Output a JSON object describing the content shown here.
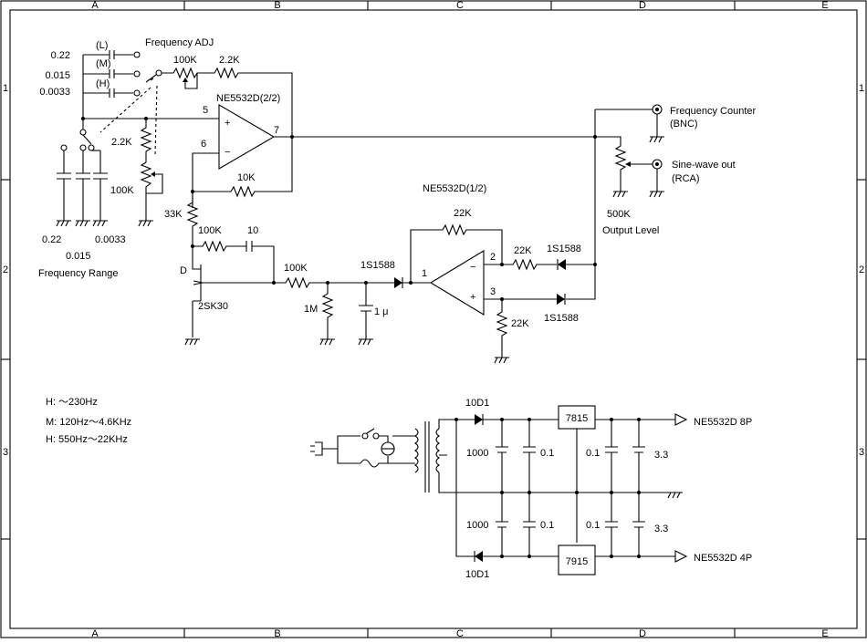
{
  "frame": {
    "col_labels": [
      "A",
      "B",
      "C",
      "D",
      "E"
    ],
    "row_labels": [
      "1",
      "2",
      "3"
    ]
  },
  "oscillator": {
    "freq_adj_label": "Frequency ADJ",
    "cap_values": [
      "0.22",
      "0.015",
      "0.0033"
    ],
    "switch_positions": [
      "(L)",
      "(M)",
      "(H)"
    ],
    "pot_100k": "100K",
    "res_2k2_top": "2.2K",
    "opamp2_name": "NE5532D(2/2)",
    "pin5": "5",
    "pin6": "6",
    "pin7": "7",
    "plus": "+",
    "minus": "−",
    "res_2k2_left": "2.2K",
    "pot_100k_left": "100K",
    "res_10k": "10K",
    "range_cap_values": [
      "0.22",
      "0.015",
      "0.0033"
    ],
    "freq_range_label": "Frequency Range"
  },
  "agc": {
    "res_33k": "33K",
    "res_100k_a": "100K",
    "cap_10": "10",
    "fet_pin_d": "D",
    "fet_name": "2SK30",
    "res_100k_b": "100K",
    "res_1m": "1M",
    "cap_1u": "1 μ",
    "diode_1": "1S1588",
    "opamp1_name": "NE5532D(1/2)",
    "res_22k_fb": "22K",
    "pin1": "1",
    "pin2": "2",
    "pin3": "3",
    "res_22k_in": "22K",
    "diode_2": "1S1588",
    "diode_3": "1S1588",
    "res_22k_gnd": "22K"
  },
  "output": {
    "freq_counter": "Frequency Counter",
    "bnc": "(BNC)",
    "sine_out": "Sine-wave out",
    "rca": "(RCA)",
    "pot_500k": "500K",
    "output_level": "Output Level"
  },
  "ranges": [
    "H: ～230Hz",
    "M: 120Hz～4.6KHz",
    "H: 550Hz～22KHz"
  ],
  "psu": {
    "diode_top": "10D1",
    "diode_bot": "10D1",
    "reg_pos": "7815",
    "reg_neg": "7915",
    "cap_1000_top": "1000",
    "cap_1000_bot": "1000",
    "cap_01_a": "0.1",
    "cap_01_b": "0.1",
    "cap_01_c": "0.1",
    "cap_01_d": "0.1",
    "cap_33_top": "3.3",
    "cap_33_bot": "3.3",
    "out_pos": "NE5532D  8P",
    "out_neg": "NE5532D  4P"
  }
}
